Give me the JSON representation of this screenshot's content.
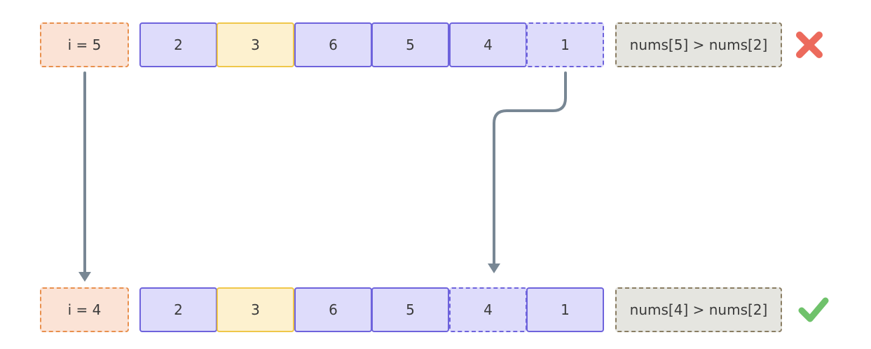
{
  "steps": [
    {
      "index_label": "i = 5",
      "cells": [
        "2",
        "3",
        "6",
        "5",
        "4",
        "1"
      ],
      "comparison": "nums[5] > nums[2]",
      "result": "x-mark"
    },
    {
      "index_label": "i = 4",
      "cells": [
        "2",
        "3",
        "6",
        "5",
        "4",
        "1"
      ],
      "comparison": "nums[4] > nums[2]",
      "result": "check-mark"
    }
  ],
  "colors": {
    "index_fill": "#fbe3d6",
    "index_border": "#e8904e",
    "cell_fill": "#dedcfb",
    "cell_border": "#6e63dc",
    "highlight_fill": "#fdf1cf",
    "highlight_border": "#efc74a",
    "compare_fill": "#e5e5e0",
    "compare_border": "#8a7d63",
    "arrow": "#788794",
    "cross": "#ec6a5c",
    "check": "#6fc26b"
  }
}
